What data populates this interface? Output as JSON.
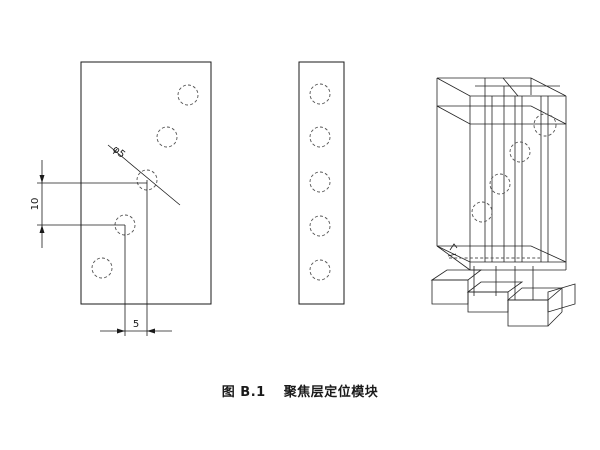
{
  "figure": {
    "caption_number": "图 B.1",
    "caption_title": "聚焦层定位模块"
  },
  "dimensions": {
    "vertical_spacing": "10",
    "horizontal_offset": "5",
    "hole_diameter": "φ5"
  },
  "colors": {
    "line": "#1a1a1a",
    "hidden_line": "#555555",
    "background": "#ffffff"
  }
}
